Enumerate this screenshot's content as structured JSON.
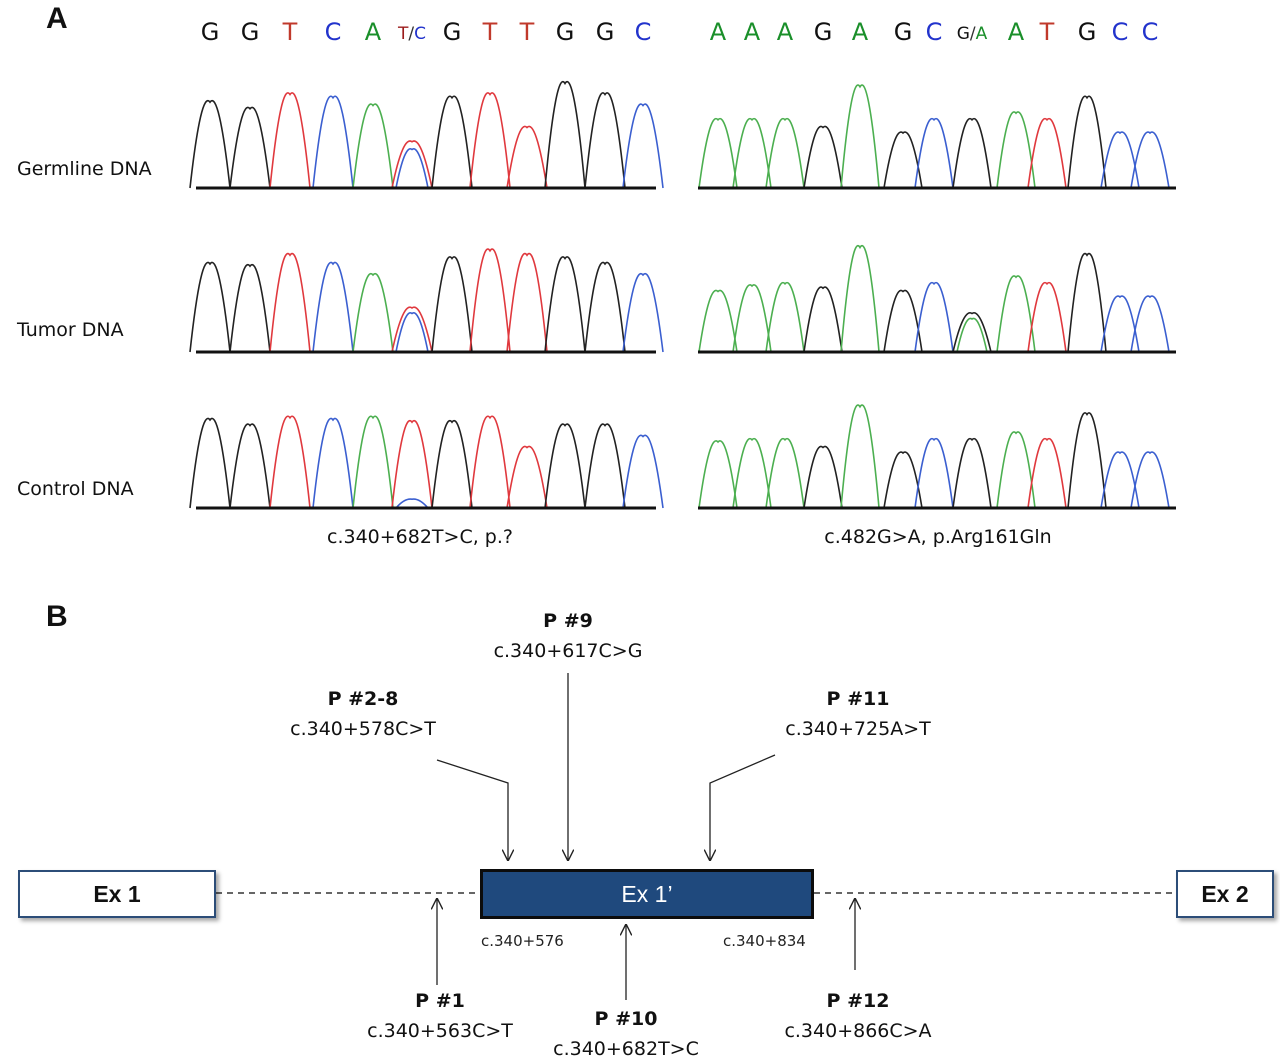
{
  "panel_a": {
    "letter": "A",
    "left_sequence": [
      {
        "base": "G",
        "color": "#111111"
      },
      {
        "base": "G",
        "color": "#111111"
      },
      {
        "base": "T",
        "color": "#c0392b"
      },
      {
        "base": "C",
        "color": "#2233cc"
      },
      {
        "base": "A",
        "color": "#1a8f2a"
      },
      {
        "base": "T/C",
        "color": "#9b1b1b",
        "alt_color": "#2233cc"
      },
      {
        "base": "G",
        "color": "#111111"
      },
      {
        "base": "T",
        "color": "#c0392b"
      },
      {
        "base": "T",
        "color": "#c0392b"
      },
      {
        "base": "G",
        "color": "#111111"
      },
      {
        "base": "G",
        "color": "#111111"
      },
      {
        "base": "C",
        "color": "#2233cc"
      }
    ],
    "right_sequence": [
      {
        "base": "A",
        "color": "#1a8f2a"
      },
      {
        "base": "A",
        "color": "#1a8f2a"
      },
      {
        "base": "A",
        "color": "#1a8f2a"
      },
      {
        "base": "G",
        "color": "#111111"
      },
      {
        "base": "A",
        "color": "#1a8f2a"
      },
      {
        "base": "G",
        "color": "#111111"
      },
      {
        "base": "C",
        "color": "#2233cc"
      },
      {
        "base": "G/A",
        "color": "#111111",
        "alt_color": "#1a8f2a"
      },
      {
        "base": "A",
        "color": "#1a8f2a"
      },
      {
        "base": "T",
        "color": "#c0392b"
      },
      {
        "base": "G",
        "color": "#111111"
      },
      {
        "base": "C",
        "color": "#2233cc"
      },
      {
        "base": "C",
        "color": "#2233cc"
      }
    ],
    "rows": [
      {
        "label": "Germline DNA"
      },
      {
        "label": "Tumor DNA"
      },
      {
        "label": "Control DNA"
      }
    ],
    "left_caption": "c.340+682T>C, p.?",
    "right_caption": "c.482G>A, p.Arg161Gln",
    "trace_colors": {
      "A": "#4caf50",
      "C": "#3b5fd0",
      "G": "#222222",
      "T": "#e0393e"
    }
  },
  "panel_b": {
    "letter": "B",
    "exon_1": "Ex 1",
    "exon_1_prime": "Ex 1’",
    "exon_2": "Ex 2",
    "exon_start_coord": "c.340+576",
    "exon_end_coord": "c.340+834",
    "exon_fill": "#1f497d",
    "patients_above": [
      {
        "id": "P #9",
        "variant": "c.340+617C>G"
      },
      {
        "id": "P #2-8",
        "variant": "c.340+578C>T"
      },
      {
        "id": "P #11",
        "variant": "c.340+725A>T"
      }
    ],
    "patients_below": [
      {
        "id": "P #1",
        "variant": "c.340+563C>T"
      },
      {
        "id": "P #10",
        "variant": "c.340+682T>C"
      },
      {
        "id": "P #12",
        "variant": "c.340+866C>A"
      }
    ]
  }
}
